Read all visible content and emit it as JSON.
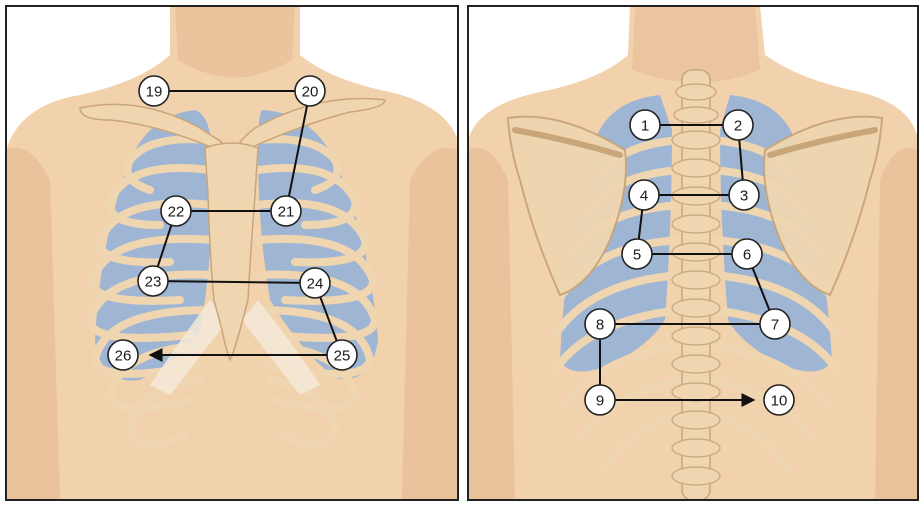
{
  "colors": {
    "skin": "#f2d1ad",
    "skin_shadow": "#e2b48a",
    "bone": "#efd6b0",
    "bone_shadow": "#c9a57a",
    "lung": "#8fb2d9",
    "cartilage": "#f4ead8",
    "path_line": "#111111",
    "marker_fill": "#ffffff",
    "frame": "#222222"
  },
  "panels": [
    {
      "name": "anterior-chest",
      "view": "front"
    },
    {
      "name": "posterior-chest",
      "view": "back"
    }
  ],
  "markers": [
    {
      "id": "m19",
      "label": "19"
    },
    {
      "id": "m20",
      "label": "20"
    },
    {
      "id": "m21",
      "label": "21"
    },
    {
      "id": "m22",
      "label": "22"
    },
    {
      "id": "m23",
      "label": "23"
    },
    {
      "id": "m24",
      "label": "24"
    },
    {
      "id": "m25",
      "label": "25"
    },
    {
      "id": "m26",
      "label": "26"
    },
    {
      "id": "m1",
      "label": "1"
    },
    {
      "id": "m2",
      "label": "2"
    },
    {
      "id": "m3",
      "label": "3"
    },
    {
      "id": "m4",
      "label": "4"
    },
    {
      "id": "m5",
      "label": "5"
    },
    {
      "id": "m6",
      "label": "6"
    },
    {
      "id": "m7",
      "label": "7"
    },
    {
      "id": "m8",
      "label": "8"
    },
    {
      "id": "m9",
      "label": "9"
    },
    {
      "id": "m10",
      "label": "10"
    }
  ],
  "sequences": {
    "anterior": [
      "19",
      "20",
      "21",
      "22",
      "23",
      "24",
      "25",
      "26"
    ],
    "posterior": [
      "1",
      "2",
      "3",
      "4",
      "5",
      "6",
      "7",
      "8",
      "9",
      "10"
    ]
  }
}
